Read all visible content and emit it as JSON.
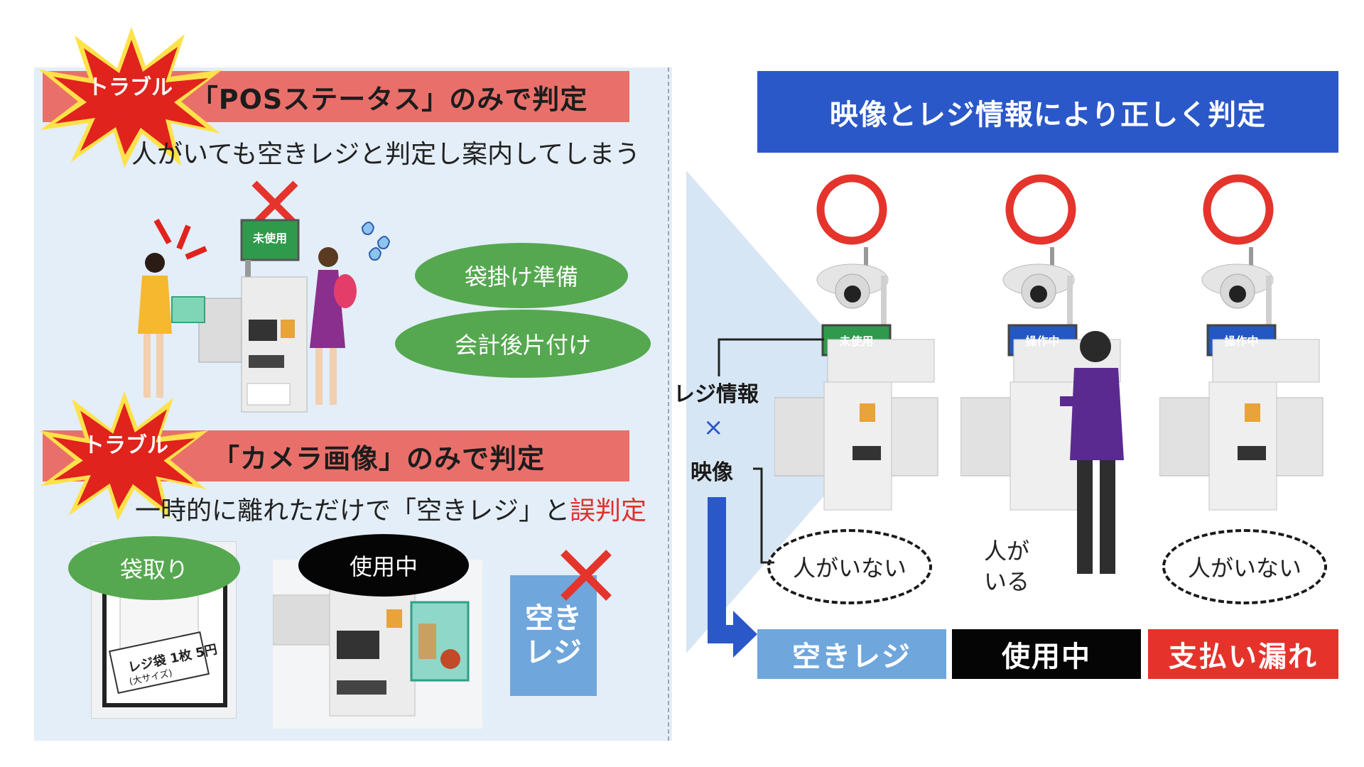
{
  "colors": {
    "panel_bg": "#e3eef8",
    "trouble_red": "#e9706a",
    "burst_red": "#e0231c",
    "burst_yellow": "#ffe14a",
    "green": "#55a84f",
    "blue_title": "#2b58c8",
    "light_blue": "#6fa6dc",
    "black": "#050505",
    "status_red": "#e5322b",
    "ring_red": "#e4342c"
  },
  "left": {
    "top_block": {
      "burst_label": "トラブル",
      "band_title": "「POSステータス」のみで判定",
      "subtitle": "人がいても空きレジと判定し案内してしまう",
      "screen_label": "未使用",
      "pill_1": "袋掛け準備",
      "pill_2": "会計後片付け"
    },
    "bottom_block": {
      "burst_label": "トラブル",
      "band_title": "「カメラ画像」のみで判定",
      "subtitle_prefix": "一時的に離れただけで「空きレジ」と",
      "subtitle_red": "誤判定",
      "pill_green": "袋取り",
      "pill_black": "使用中",
      "bag_sign_line1": "レジ袋",
      "bag_sign_price": "1枚 5円",
      "bag_sign_line2": "(大サイズ)",
      "empty_box_line1": "空き",
      "empty_box_line2": "レジ"
    }
  },
  "right": {
    "title": "映像とレジ情報により正しく判定",
    "label_register_info": "レジ情報",
    "label_times": "×",
    "label_video": "映像",
    "kiosks": [
      {
        "screen": "未使用",
        "person_text": "人がいない",
        "status": "空きレジ"
      },
      {
        "screen": "操作中",
        "person_text_line1": "人が",
        "person_text_line2": "いる",
        "status": "使用中"
      },
      {
        "screen": "操作中",
        "person_text": "人がいない",
        "status": "支払い漏れ"
      }
    ]
  }
}
